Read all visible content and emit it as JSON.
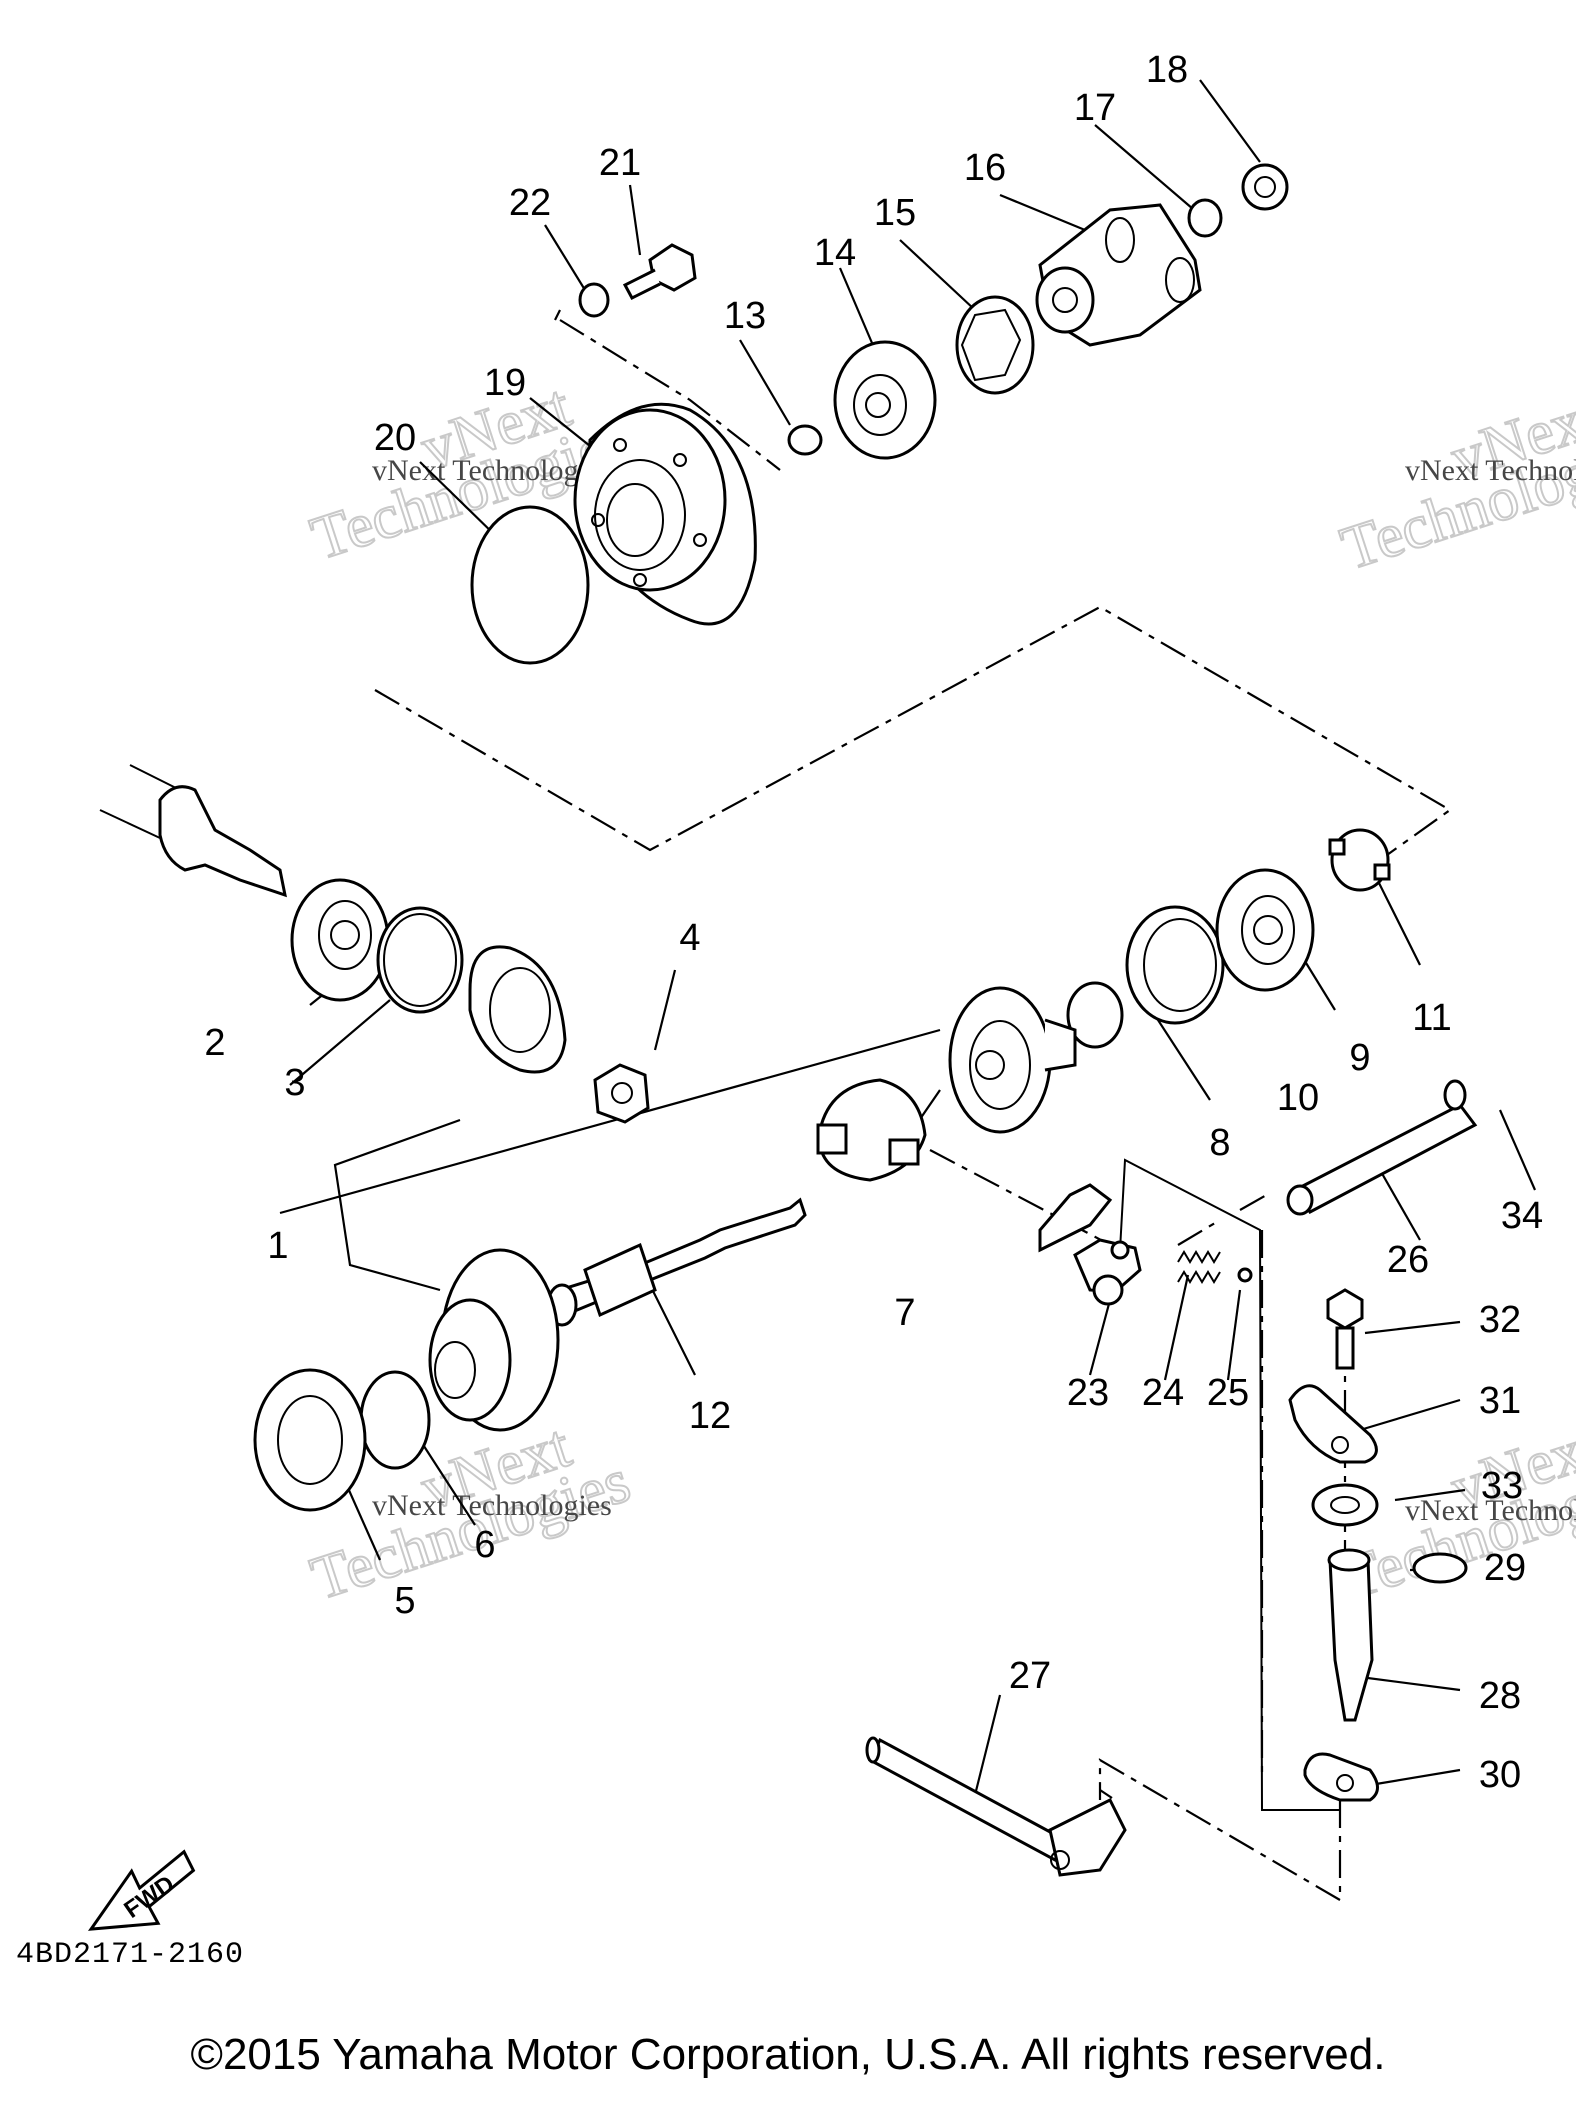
{
  "drawing_code": "4BD2171-2160",
  "copyright": "©2015 Yamaha Motor Corporation, U.S.A. All rights reserved.",
  "fwd_label": "FWD",
  "watermark": {
    "line1": "vNext",
    "line2": "Technologies",
    "small": "vNext Technologies"
  },
  "callouts": {
    "c1": "1",
    "c2": "2",
    "c3": "3",
    "c4": "4",
    "c5": "5",
    "c6": "6",
    "c7": "7",
    "c8": "8",
    "c9": "9",
    "c10": "10",
    "c11": "11",
    "c12": "12",
    "c13": "13",
    "c14": "14",
    "c15": "15",
    "c16": "16",
    "c17": "17",
    "c18": "18",
    "c19": "19",
    "c20": "20",
    "c21": "21",
    "c22": "22",
    "c23": "23",
    "c24": "24",
    "c25": "25",
    "c26": "26",
    "c27": "27",
    "c28": "28",
    "c29": "29",
    "c30": "30",
    "c31": "31",
    "c32": "32",
    "c33": "33",
    "c34": "34"
  }
}
